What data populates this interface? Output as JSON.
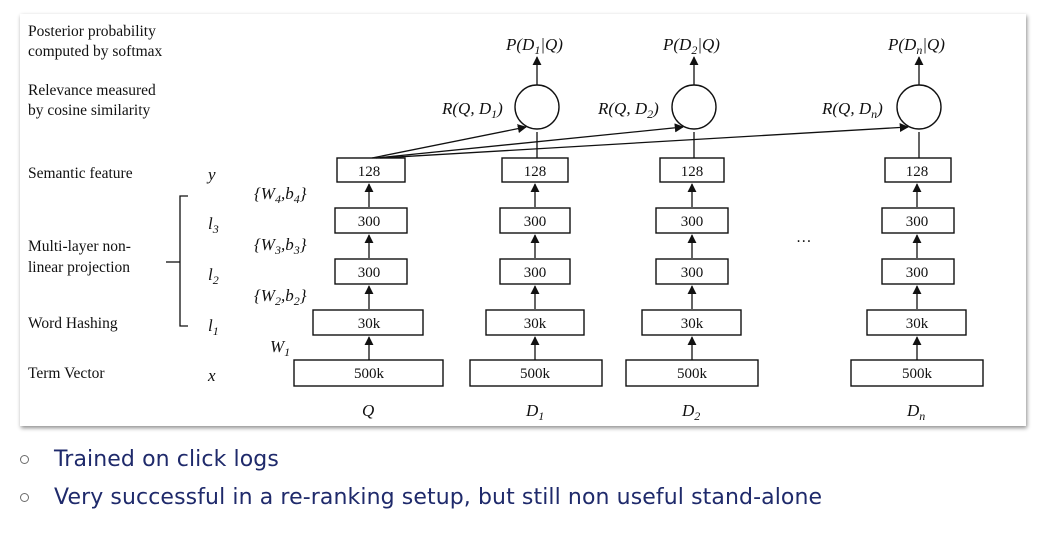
{
  "left_labels": {
    "posterior": [
      "Posterior probability",
      "computed by softmax"
    ],
    "relevance": [
      "Relevance measured",
      "by cosine similarity"
    ],
    "semantic": "Semantic feature",
    "multilayer": [
      "Multi-layer non-",
      "linear projection"
    ],
    "word_hashing": "Word Hashing",
    "term_vector": "Term Vector"
  },
  "variables": {
    "y": "y",
    "l3": "l",
    "l3_sub": "3",
    "l2": "l",
    "l2_sub": "2",
    "l1": "l",
    "l1_sub": "1",
    "x": "x"
  },
  "weights": {
    "w4": [
      "{W",
      "4",
      ",b",
      "4",
      "}"
    ],
    "w3": [
      "{W",
      "3",
      ",b",
      "3",
      "}"
    ],
    "w2": [
      "{W",
      "2",
      ",b",
      "2",
      "}"
    ],
    "w1": [
      "W",
      "1"
    ]
  },
  "columns": [
    {
      "label": "Q",
      "label_sub": "",
      "layers": [
        "500k",
        "30k",
        "300",
        "300",
        "128"
      ]
    },
    {
      "label": "D",
      "label_sub": "1",
      "layers": [
        "500k",
        "30k",
        "300",
        "300",
        "128"
      ],
      "relevance": [
        "R(Q, D",
        "1",
        ")"
      ],
      "posterior": [
        "P(D",
        "1",
        "|Q)"
      ]
    },
    {
      "label": "D",
      "label_sub": "2",
      "layers": [
        "500k",
        "30k",
        "300",
        "300",
        "128"
      ],
      "relevance": [
        "R(Q, D",
        "2",
        ")"
      ],
      "posterior": [
        "P(D",
        "2",
        "|Q)"
      ]
    },
    {
      "label": "D",
      "label_sub": "n",
      "layers": [
        "500k",
        "30k",
        "300",
        "300",
        "128"
      ],
      "relevance": [
        "R(Q, D",
        "n",
        ")"
      ],
      "posterior": [
        "P(D",
        "n",
        "|Q)"
      ]
    }
  ],
  "ellipsis": "…",
  "bullets": [
    "Trained on click logs",
    "Very successful in a re-ranking setup, but still non useful stand-alone"
  ],
  "colors": {
    "bullet_text": "#1f2a6b",
    "bullet_mark": "#6b6b6b",
    "lines": "#111111"
  }
}
